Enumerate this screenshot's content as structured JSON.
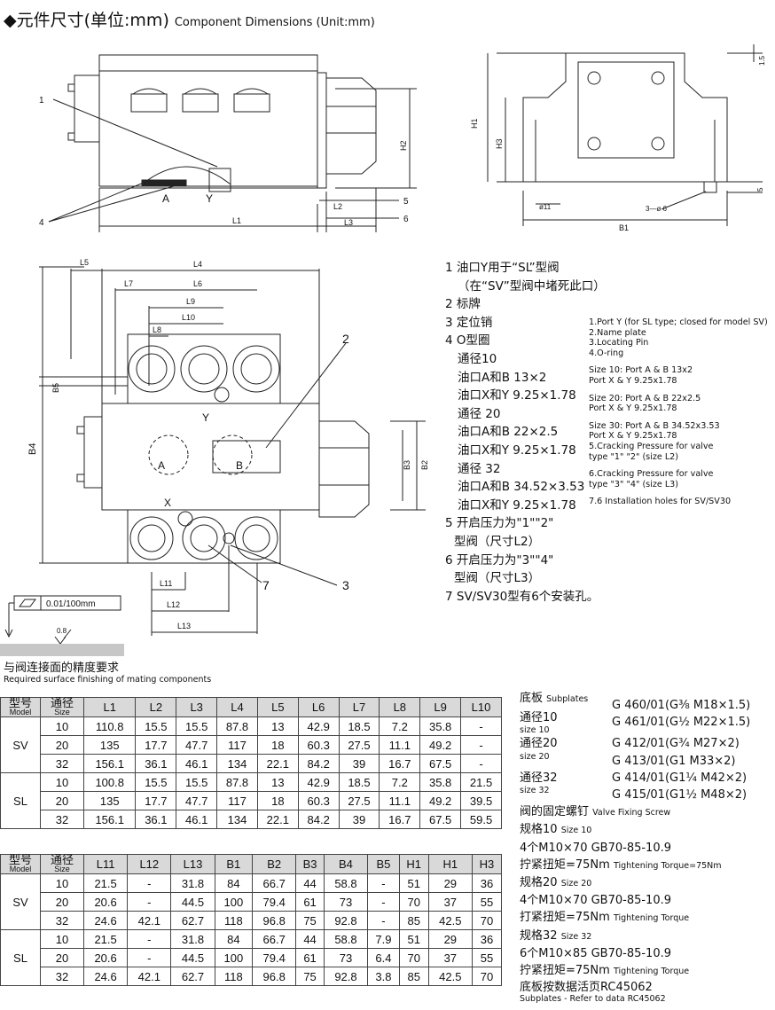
{
  "title": {
    "cn": "◆元件尺寸(单位:mm)",
    "en": "Component Dimensions (Unit:mm)"
  },
  "drawing_labels": {
    "top_left": {
      "n1": "1",
      "n4": "4",
      "n5": "5",
      "n6": "6",
      "A": "A",
      "Y": "Y",
      "L1": "L1",
      "L2": "L2",
      "L3": "L3",
      "H2": "H2"
    },
    "top_right": {
      "H1": "H1",
      "H3": "H3",
      "B1": "B1",
      "d11": "ø11",
      "d6": "3—ø 6",
      "v15": "1.5",
      "v5": "5"
    },
    "plan": {
      "L5": "L5",
      "L4": "L4",
      "L7": "L7",
      "L6": "L6",
      "L9": "L9",
      "L10": "L10",
      "L8": "L8",
      "B5": "B5",
      "B4": "B4",
      "B3": "B3",
      "B2": "B2",
      "A": "A",
      "B": "B",
      "X": "X",
      "Y": "Y",
      "n2": "2",
      "n3": "3",
      "n7": "7",
      "L11": "L11",
      "L12": "L12",
      "L13": "L13"
    },
    "tolerance": "0.01/100mm",
    "roughness": "0.8"
  },
  "notes_cn": [
    "1 油口Y用于“SL”型阀",
    "（在“SV”型阀中堵死此口）",
    "2 标牌",
    "3 定位销",
    "4 O型圈",
    "通径10",
    "油口A和B 13×2",
    "油口X和Y 9.25×1.78",
    "通径 20",
    "油口A和B 22×2.5",
    "油口X和Y 9.25×1.78",
    "通径 32",
    "油口A和B 34.52×3.53",
    "油口X和Y 9.25×1.78",
    "5 开启压力为\"1\"\"2\"",
    "型阀（尺寸L2）",
    "6 开启压力为\"3\"\"4\"",
    "型阀（尺寸L3）",
    "7 SV/SV30型有6个安装孔。"
  ],
  "notes_en": [
    "1.Port Y (for SL type; closed for model SV)",
    "2.Name plate",
    "3.Locating Pin",
    "4.O-ring",
    "",
    "Size 10:  Port A & B 13x2",
    "               Port X & Y 9.25x1.78",
    "",
    "Size 20:  Port A & B 22x2.5",
    "               Port X & Y 9.25x1.78",
    "",
    "Size 30:  Port A & B 34.52x3.53",
    "               Port X & Y 9.25x1.78",
    "5.Cracking Pressure for valve",
    "type \"1\" \"2\" (size L2)",
    "",
    "6.Cracking Pressure for valve",
    "type \"3\" \"4\" (size L3)",
    "",
    "7.6 Installation holes for SV/SV30"
  ],
  "finish": {
    "cn": "与阀连接面的精度要求",
    "en": "Required surface finishing of mating components"
  },
  "table1": {
    "header_model": {
      "cn": "型号",
      "en": "Model"
    },
    "header_size": {
      "cn": "通径",
      "en": "Size"
    },
    "columns": [
      "L1",
      "L2",
      "L3",
      "L4",
      "L5",
      "L6",
      "L7",
      "L8",
      "L9",
      "L10"
    ],
    "groups": [
      {
        "model": "SV",
        "rows": [
          [
            "10",
            "110.8",
            "15.5",
            "15.5",
            "87.8",
            "13",
            "42.9",
            "18.5",
            "7.2",
            "35.8",
            "-"
          ],
          [
            "20",
            "135",
            "17.7",
            "47.7",
            "117",
            "18",
            "60.3",
            "27.5",
            "11.1",
            "49.2",
            "-"
          ],
          [
            "32",
            "156.1",
            "36.1",
            "46.1",
            "134",
            "22.1",
            "84.2",
            "39",
            "16.7",
            "67.5",
            "-"
          ]
        ]
      },
      {
        "model": "SL",
        "rows": [
          [
            "10",
            "100.8",
            "15.5",
            "15.5",
            "87.8",
            "13",
            "42.9",
            "18.5",
            "7.2",
            "35.8",
            "21.5"
          ],
          [
            "20",
            "135",
            "17.7",
            "47.7",
            "117",
            "18",
            "60.3",
            "27.5",
            "11.1",
            "49.2",
            "39.5"
          ],
          [
            "32",
            "156.1",
            "36.1",
            "46.1",
            "134",
            "22.1",
            "84.2",
            "39",
            "16.7",
            "67.5",
            "59.5"
          ]
        ]
      }
    ]
  },
  "table2": {
    "header_model": {
      "cn": "型号",
      "en": "Model"
    },
    "header_size": {
      "cn": "通径",
      "en": "Size"
    },
    "columns": [
      "L11",
      "L12",
      "L13",
      "B1",
      "B2",
      "B3",
      "B4",
      "B5",
      "H1",
      "H1",
      "H3"
    ],
    "groups": [
      {
        "model": "SV",
        "rows": [
          [
            "10",
            "21.5",
            "-",
            "31.8",
            "84",
            "66.7",
            "44",
            "58.8",
            "-",
            "51",
            "29",
            "36"
          ],
          [
            "20",
            "20.6",
            "-",
            "44.5",
            "100",
            "79.4",
            "61",
            "73",
            "-",
            "70",
            "37",
            "55"
          ],
          [
            "32",
            "24.6",
            "42.1",
            "62.7",
            "118",
            "96.8",
            "75",
            "92.8",
            "-",
            "85",
            "42.5",
            "70"
          ]
        ]
      },
      {
        "model": "SL",
        "rows": [
          [
            "10",
            "21.5",
            "-",
            "31.8",
            "84",
            "66.7",
            "44",
            "58.8",
            "7.9",
            "51",
            "29",
            "36"
          ],
          [
            "20",
            "20.6",
            "-",
            "44.5",
            "100",
            "79.4",
            "61",
            "73",
            "6.4",
            "70",
            "37",
            "55"
          ],
          [
            "32",
            "24.6",
            "42.1",
            "62.7",
            "118",
            "96.8",
            "75",
            "92.8",
            "3.8",
            "85",
            "42.5",
            "70"
          ]
        ]
      }
    ]
  },
  "subplates": {
    "title_cn": "底板",
    "title_en": "Subplates",
    "items": [
      {
        "label_cn": "通径10",
        "label_en": "size 10",
        "values": [
          "G 460/01(G⅜ M18×1.5)",
          "G 461/01(G½ M22×1.5)"
        ]
      },
      {
        "label_cn": "通径20",
        "label_en": "size 20",
        "values": [
          "G 412/01(G¾ M27×2)",
          "G 413/01(G1  M33×2)"
        ]
      },
      {
        "label_cn": "通径32",
        "label_en": "size 32",
        "values": [
          "G 414/01(G1¼ M42×2)",
          "G 415/01(G1½ M48×2)"
        ]
      }
    ]
  },
  "screws": {
    "title_cn": "阀的固定螺钉",
    "title_en": "Valve Fixing Screw",
    "items": [
      {
        "size_cn": "规格10",
        "size_en": "Size 10",
        "spec": "4个M10×70 GB70-85-10.9",
        "torque_cn": "拧紧扭矩=75Nm",
        "torque_en": "Tightening Torque=75Nm"
      },
      {
        "size_cn": "规格20",
        "size_en": "Size 20",
        "spec": "4个M10×70 GB70-85-10.9",
        "torque_cn": "打紧扭矩=75Nm",
        "torque_en": "Tightening Torque"
      },
      {
        "size_cn": "规格32",
        "size_en": "Size 32",
        "spec": "6个M10×85 GB70-85-10.9",
        "torque_cn": "拧紧扭矩=75Nm",
        "torque_en": "Tightening Torque"
      }
    ],
    "footer_cn": "底板按数据活页RC45062",
    "footer_en": "Subplates - Refer to data RC45062"
  }
}
